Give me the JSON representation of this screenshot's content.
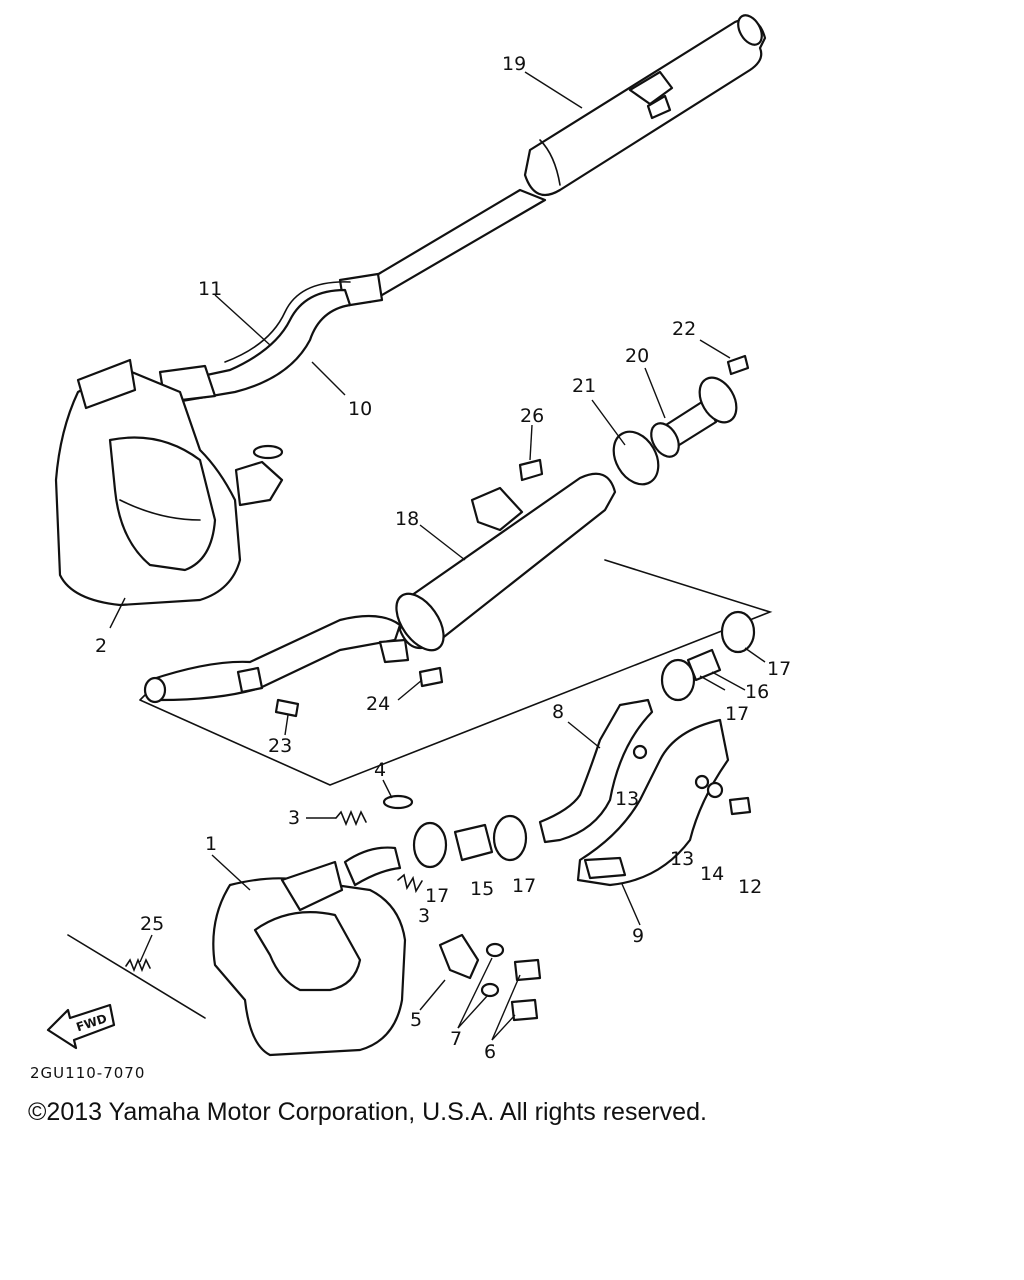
{
  "diagram_code": "2GU110-7070",
  "fwd_label": "FWD",
  "copyright": "©2013 Yamaha Motor Corporation, U.S.A. All rights reserved.",
  "callouts": [
    "1",
    "2",
    "3",
    "3",
    "4",
    "5",
    "6",
    "7",
    "8",
    "9",
    "10",
    "11",
    "12",
    "13",
    "13",
    "14",
    "15",
    "16",
    "17",
    "17",
    "17",
    "17",
    "18",
    "19",
    "20",
    "21",
    "22",
    "23",
    "24",
    "25",
    "26"
  ]
}
